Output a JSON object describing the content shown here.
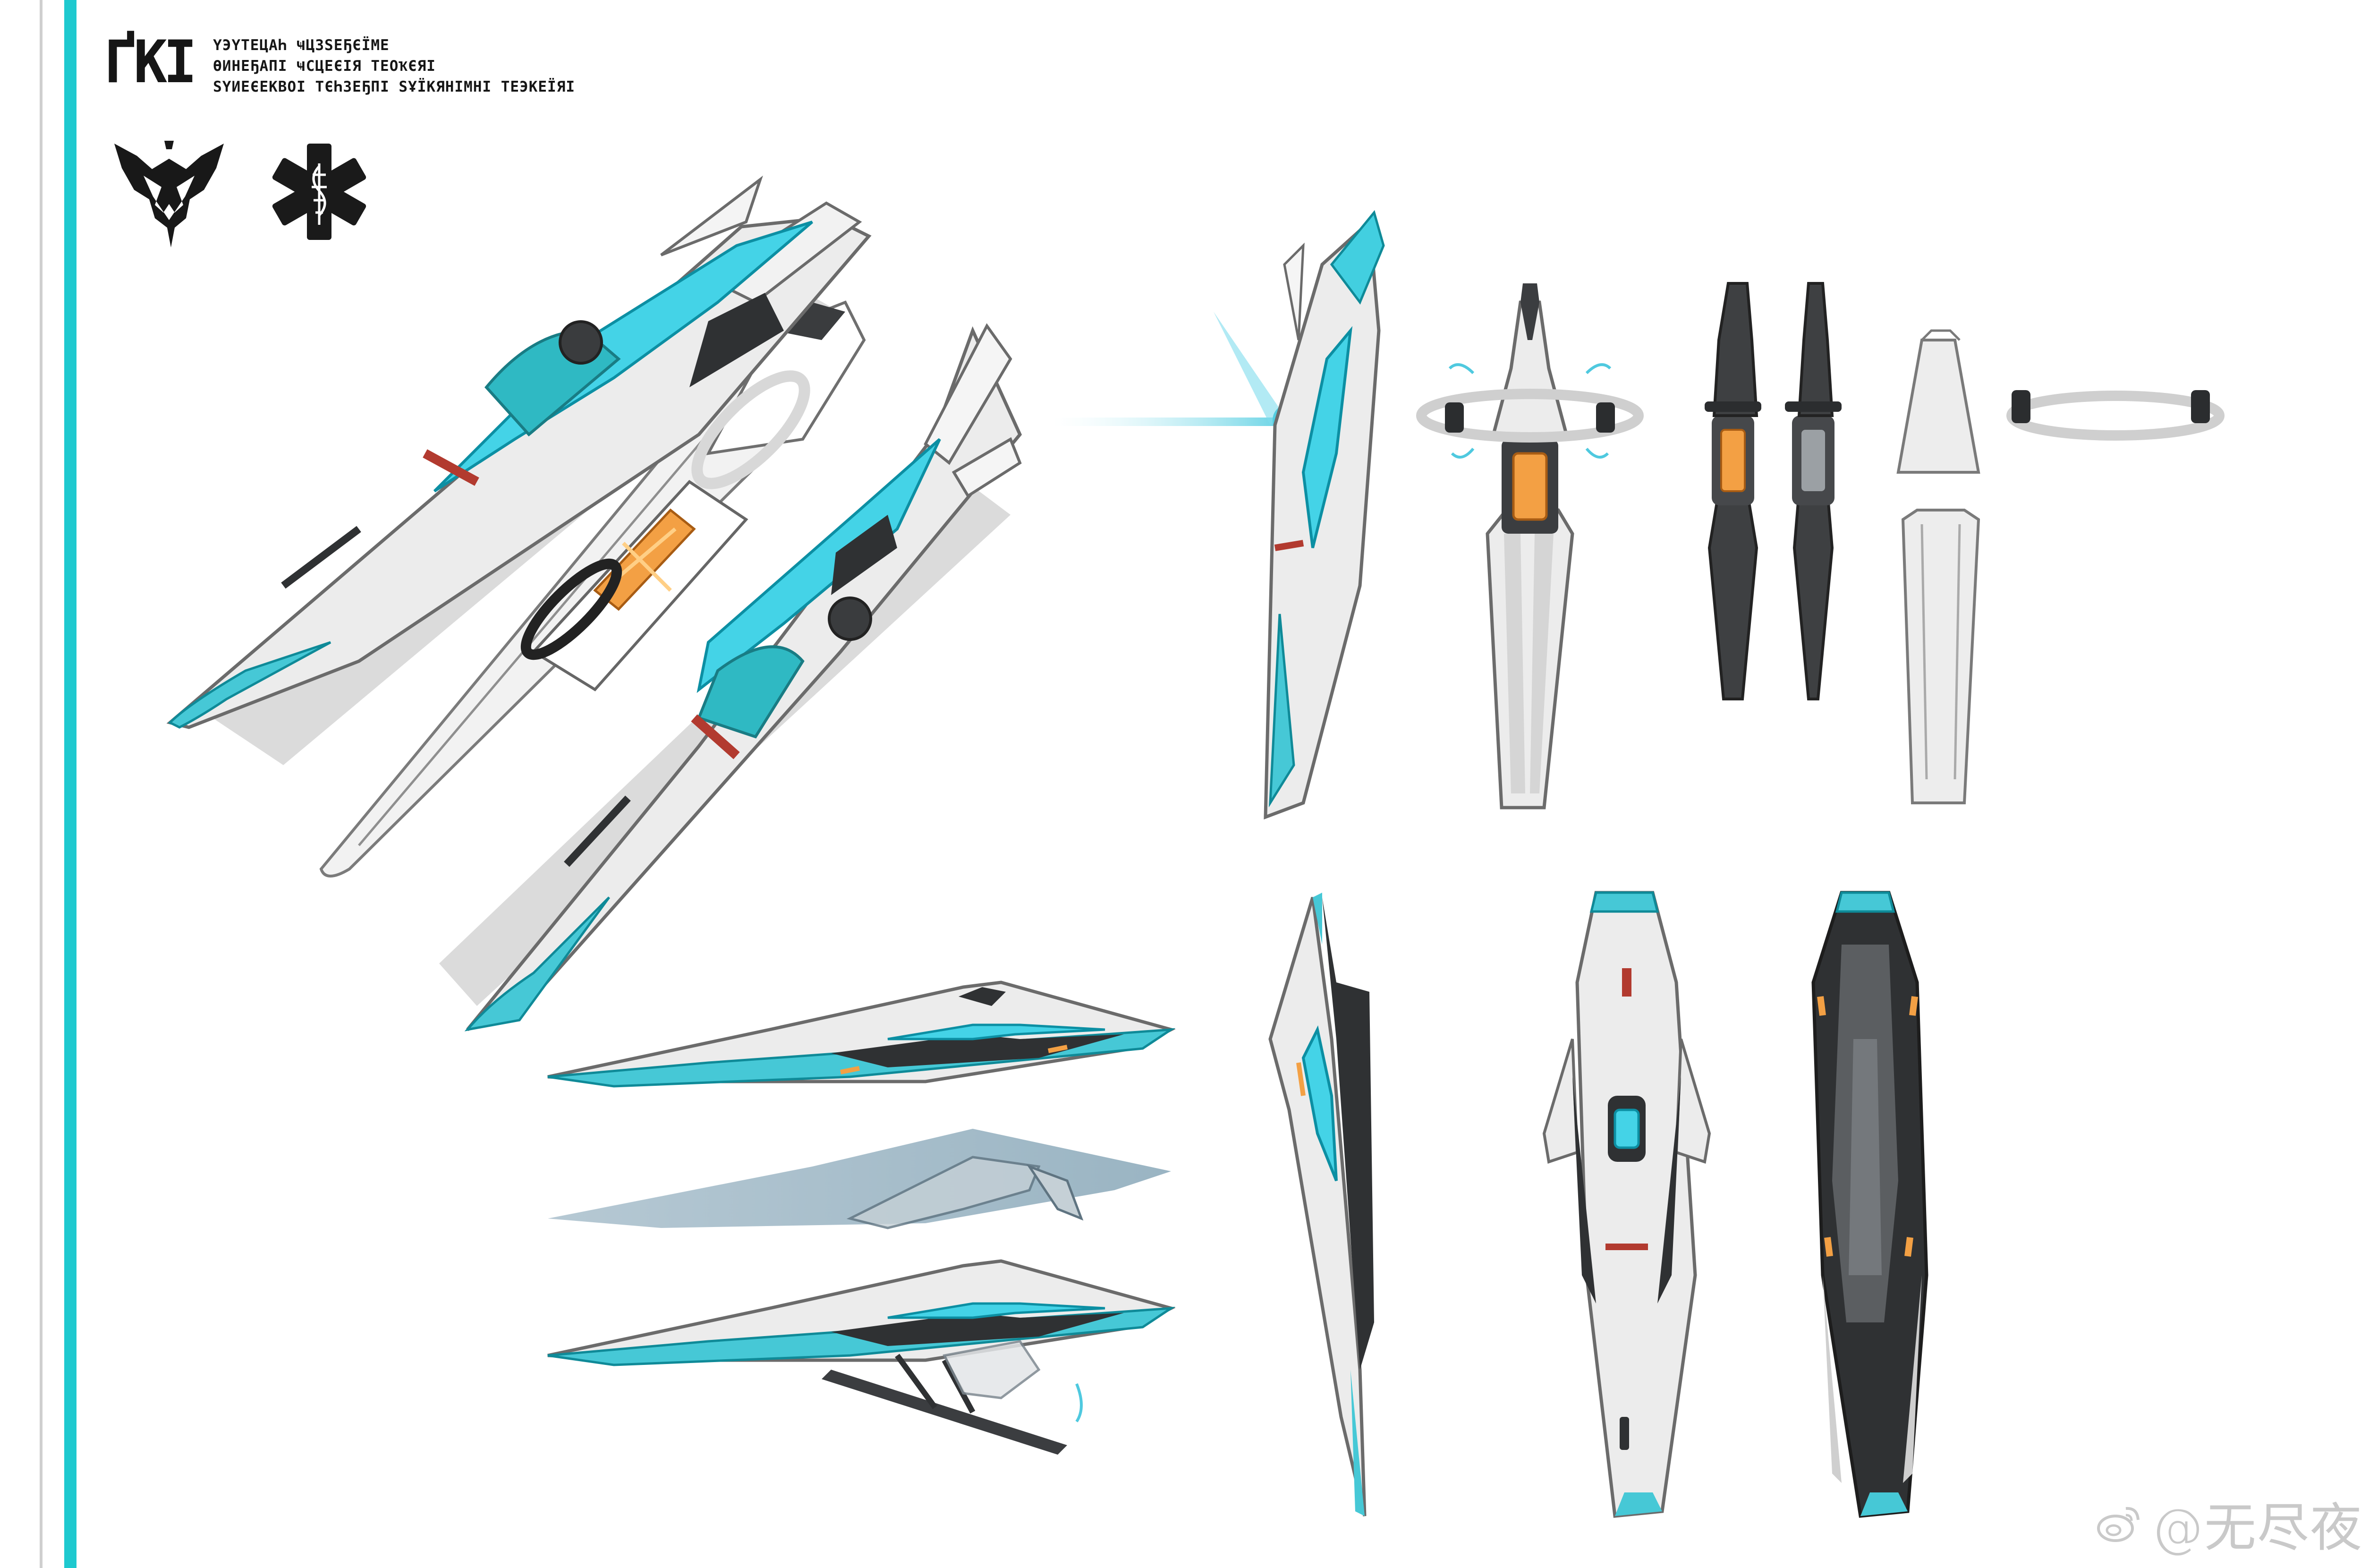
{
  "header": {
    "mark": "ҐКI",
    "lines": [
      "ҮЭҮТЕЦАҺ ҸЦЗЅЕҔЄЇМЕ",
      "ѲИНЕҔАПІ ҸСЦЕЄІЯ ТЕОҠЄЯІ",
      "ЅҮИЕЄЕКВОІ ТЄҺЗЕҔПІ ЅҰЇКЯНІМНІ ТЕЭКЕЇЯІ"
    ]
  },
  "icons": [
    {
      "name": "faction-emblem"
    },
    {
      "name": "star-of-life-icon"
    }
  ],
  "colors": {
    "accent": "#1ec9cf",
    "glow": "#3fd7ef",
    "body_white": "#ececec",
    "dark_panel": "#2f3133",
    "orange_core": "#f3a044",
    "red_stripe": "#b23a2f",
    "strip_colors": [
      "#1ec9cf",
      "#f4e400",
      "#e21d1d",
      "#1ec9cf",
      "#111111",
      "#1ec9cf",
      "#111111"
    ]
  },
  "watermark": {
    "icon": "weibo-icon",
    "text": "@无尽夜行"
  }
}
